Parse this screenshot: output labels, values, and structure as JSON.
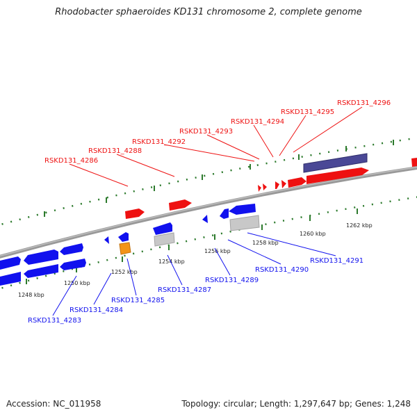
{
  "title": "Rhodobacter sphaeroides KD131 chromosome 2, complete genome",
  "footer": {
    "accession": "Accession: NC_011958",
    "summary": "Topology: circular; Length: 1,297,647 bp; Genes: 1,248"
  },
  "colors": {
    "forward_gene": "#ee1111",
    "reverse_gene": "#1111ee",
    "rna_gene": "#f39418",
    "pseudo_gene": "#c8c8c8",
    "region": "#4a4896",
    "backbone": "#888888",
    "tick": "#2c7a2c"
  },
  "scale_ticks": [
    "1248 kbp",
    "1250 kbp",
    "1252 kbp",
    "1254 kbp",
    "1256 kbp",
    "1258 kbp",
    "1260 kbp",
    "1262 kbp"
  ],
  "gene_labels_top": [
    "RSKD131_4286",
    "RSKD131_4288",
    "RSKD131_4292",
    "RSKD131_4293",
    "RSKD131_4294",
    "RSKD131_4295",
    "RSKD131_4296"
  ],
  "gene_labels_bottom": [
    "RSKD131_4283",
    "RSKD131_4284",
    "RSKD131_4285",
    "RSKD131_4287",
    "RSKD131_4289",
    "RSKD131_4290",
    "RSKD131_4291"
  ]
}
